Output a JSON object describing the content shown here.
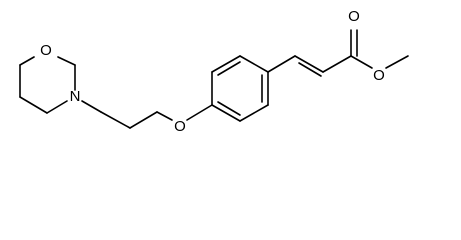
{
  "molecule": {
    "atoms": {
      "morpholine_O": "O",
      "morpholine_N": "N",
      "ether_O": "O",
      "carbonyl_O": "O",
      "ester_O": "O"
    },
    "colors": {
      "bond": "#000000",
      "label": "#000000",
      "background": "#ffffff"
    }
  }
}
